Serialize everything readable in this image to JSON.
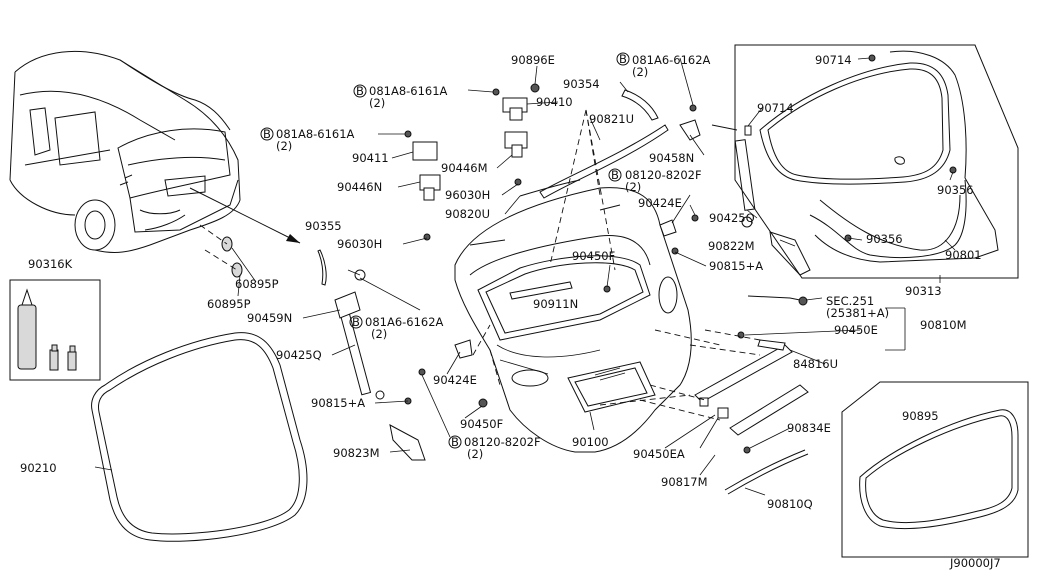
{
  "labels": {
    "l90896E": "90896E",
    "l081A6_6162A_top": "081A6-6162A",
    "l2_top_right": "(2)",
    "l90714_a": "90714",
    "l90354": "90354",
    "l081A8_6161A_a": "081A8-6161A",
    "l2_a": "(2)",
    "l90410": "90410",
    "l90714_b": "90714",
    "l081A8_6161A_b": "081A8-6161A",
    "l2_b": "(2)",
    "l90821U": "90821U",
    "l90411": "90411",
    "l90446M": "90446M",
    "l90458N": "90458N",
    "l90356_a": "90356",
    "l90446N": "90446N",
    "l96030H_a": "96030H",
    "l08120_8202F_a": "08120-8202F",
    "l2_c": "(2)",
    "l90820U": "90820U",
    "l90424E_a": "90424E",
    "l90355": "90355",
    "l90425Q_a": "90425Q",
    "l96030H_b": "96030H",
    "l90356_b": "90356",
    "l90822M": "90822M",
    "l90316K": "90316K",
    "l90450F_a": "90450F",
    "l90815A_a": "90815+A",
    "l90801": "90801",
    "l60895P_a": "60895P",
    "l90313": "90313",
    "l60895P_b": "60895P",
    "l90911N": "90911N",
    "lSEC251": "SEC.251",
    "l25381A": "(25381+A)",
    "l90459N": "90459N",
    "l081A6_6162A_b": "081A6-6162A",
    "l2_d": "(2)",
    "l90450E": "90450E",
    "l90810M": "90810M",
    "l90425Q_b": "90425Q",
    "l84816U": "84816U",
    "l90424E_b": "90424E",
    "l90815A_b": "90815+A",
    "l90450F_b": "90450F",
    "l90834E": "90834E",
    "l90895": "90895",
    "l90823M": "90823M",
    "l08120_8202F_b": "08120-8202F",
    "l2_e": "(2)",
    "l90100": "90100",
    "l90210": "90210",
    "l90450EA": "90450EA",
    "l90817M": "90817M",
    "l90810Q": "90810Q",
    "lJ90000J7": "J90000J7",
    "bolt_marker": "B"
  }
}
